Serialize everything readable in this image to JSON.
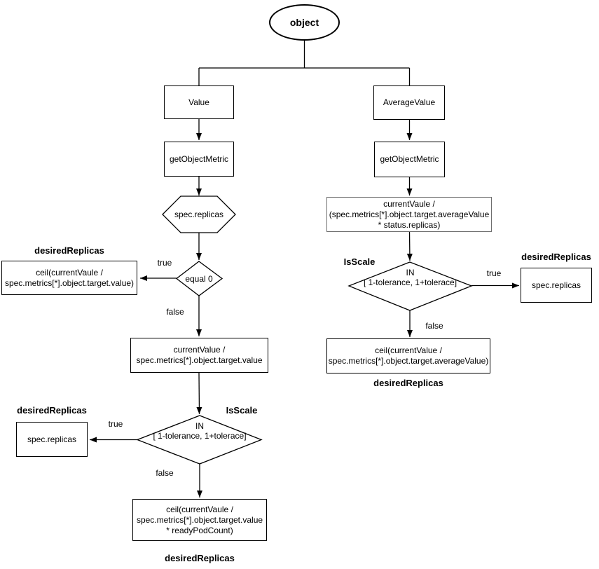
{
  "colors": {
    "stroke": "#000000",
    "highlight_box_border": "#6e6e6e",
    "background": "#ffffff"
  },
  "root": {
    "label": "object"
  },
  "left": {
    "value": "Value",
    "get_object_metric": "getObjectMetric",
    "replicas_hexagon": "spec.replicas",
    "equal_zero_decision": "equal 0",
    "equal_true_label": "true",
    "equal_false_label": "false",
    "zero_result_title": "desiredReplicas",
    "zero_result": "ceil(currentVaule /\nspec.metrics[*].object.target.value)",
    "ratio_formula": "currentValue /\nspec.metrics[*].object.target.value",
    "isscale_title": "IsScale",
    "isscale_decision": "IN\n[ 1-tolerance, 1+tolerace]",
    "isscale_true_label": "true",
    "isscale_false_label": "false",
    "tolerance_result_title": "desiredReplicas",
    "tolerance_result": "spec.replicas",
    "scale_result": "ceil(currentVaule /\nspec.metrics[*].object.target.value\n* readyPodCount)",
    "scale_result_title": "desiredReplicas"
  },
  "right": {
    "average_value": "AverageValue",
    "get_object_metric": "getObjectMetric",
    "usage_formula": "currentVaule /\n(spec.metrics[*].object.target.averageValue\n* status.replicas)",
    "isscale_title": "IsScale",
    "isscale_decision": "IN\n[ 1-tolerance, 1+tolerace]",
    "isscale_true_label": "true",
    "isscale_false_label": "false",
    "tolerance_result_title": "desiredReplicas",
    "tolerance_result": "spec.replicas",
    "scale_result": "ceil(currentValue /\nspec.metrics[*].object.target.averageValue)",
    "scale_result_title": "desiredReplicas"
  }
}
